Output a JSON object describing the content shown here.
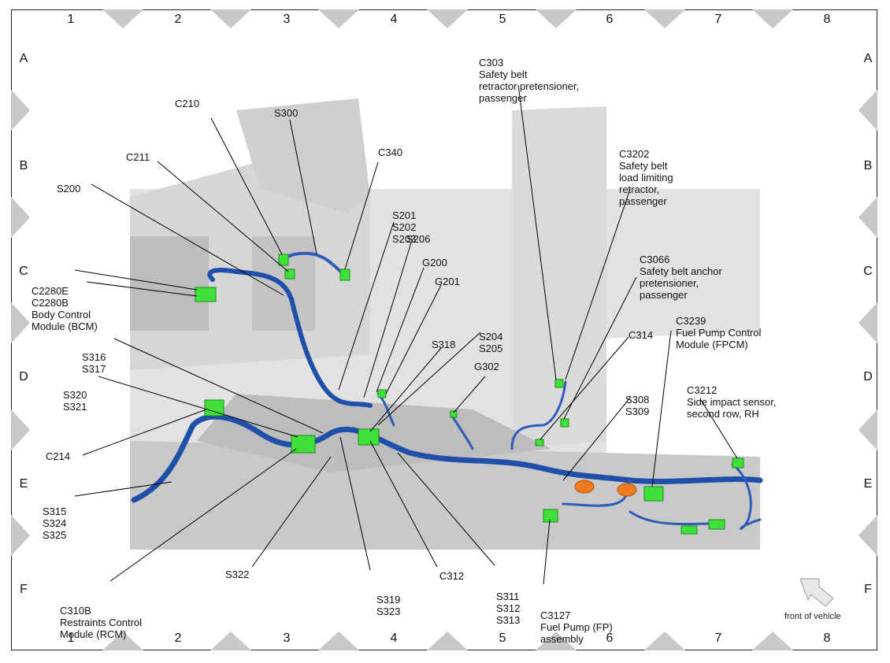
{
  "grid": {
    "columns": [
      "1",
      "2",
      "3",
      "4",
      "5",
      "6",
      "7",
      "8"
    ],
    "rows": [
      "A",
      "B",
      "C",
      "D",
      "E",
      "F"
    ]
  },
  "labels": {
    "c303": [
      "C303",
      "Safety belt",
      "retractor pretensioner,",
      "passenger"
    ],
    "c3202": [
      "C3202",
      "Safety belt",
      "load limiting",
      "retractor,",
      "passenger"
    ],
    "c3066": [
      "C3066",
      "Safety belt anchor",
      "pretensioner,",
      "passenger"
    ],
    "c3239": [
      "C3239",
      "Fuel Pump Control",
      "Module (FPCM)"
    ],
    "c3212": [
      "C3212",
      "Side impact sensor,",
      "second row, RH"
    ],
    "c210": [
      "C210"
    ],
    "s300": [
      "S300"
    ],
    "c340": [
      "C340"
    ],
    "c211": [
      "C211"
    ],
    "s200": [
      "S200"
    ],
    "s201_203": [
      "S201",
      "S202",
      "S203"
    ],
    "s206": [
      "S206"
    ],
    "g200": [
      "G200"
    ],
    "g201": [
      "G201"
    ],
    "c2280": [
      "C2280E",
      "C2280B",
      "Body Control",
      "Module (BCM)"
    ],
    "s204_205": [
      "S204",
      "S205"
    ],
    "s318": [
      "S318"
    ],
    "g302": [
      "G302"
    ],
    "c314": [
      "C314"
    ],
    "s308_309": [
      "S308",
      "S309"
    ],
    "s316_317": [
      "S316",
      "S317"
    ],
    "s320_321": [
      "S320",
      "S321"
    ],
    "c214": [
      "C214"
    ],
    "s315": [
      "S315",
      "S324",
      "S325"
    ],
    "c310b": [
      "C310B",
      "Restraints Control",
      "Module (RCM)"
    ],
    "s322": [
      "S322"
    ],
    "s319_323": [
      "S319",
      "S323"
    ],
    "c312": [
      "C312"
    ],
    "s311_313": [
      "S311",
      "S312",
      "S313"
    ],
    "c3127": [
      "C3127",
      "Fuel Pump (FP)",
      "assembly"
    ]
  },
  "front_note": "front of vehicle",
  "colors": {
    "harness": "#1f4fa8",
    "connector": "#3fe03a",
    "grommet": "#f07a20",
    "body": "#dcdcdc",
    "marker": "#c8c8c8"
  }
}
